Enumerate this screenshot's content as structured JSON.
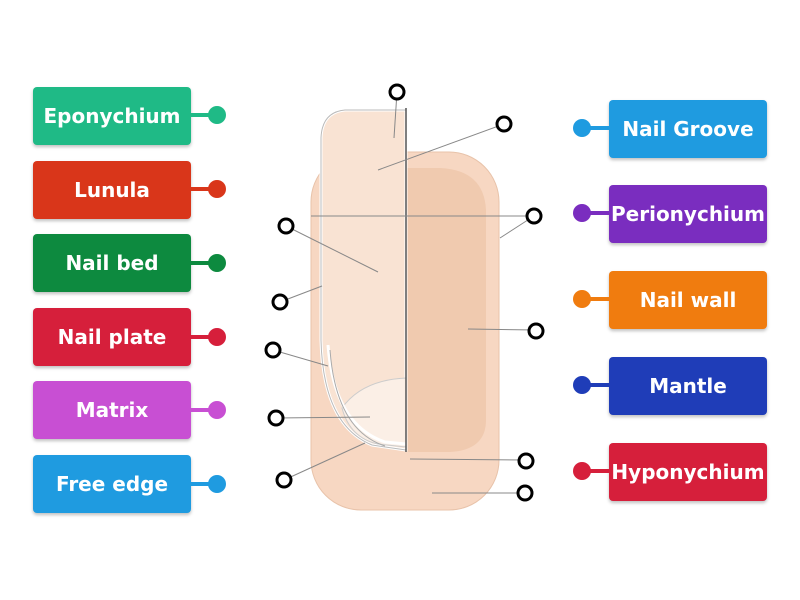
{
  "labels_left": [
    {
      "text": "Eponychium",
      "color": "#1fba86"
    },
    {
      "text": "Lunula",
      "color": "#d9361a"
    },
    {
      "text": "Nail bed",
      "color": "#0d8a3f"
    },
    {
      "text": "Nail plate",
      "color": "#d61f3b"
    },
    {
      "text": "Matrix",
      "color": "#c84fd3"
    },
    {
      "text": "Free edge",
      "color": "#1f9be0"
    }
  ],
  "labels_right": [
    {
      "text": "Nail Groove",
      "color": "#1f9be0"
    },
    {
      "text": "Perionychium",
      "color": "#7a2dbf"
    },
    {
      "text": "Nail wall",
      "color": "#f07c0f"
    },
    {
      "text": "Mantle",
      "color": "#1f3db8"
    },
    {
      "text": "Hyponychium",
      "color": "#d61f3b"
    }
  ],
  "colors": {
    "skin": "#f7d7c2",
    "skin_shade": "#f0caaf",
    "nail_plate": "#f9e3d3",
    "lunula": "#fbefe6",
    "leader_line": "#888888",
    "drop_target": "#000000"
  }
}
